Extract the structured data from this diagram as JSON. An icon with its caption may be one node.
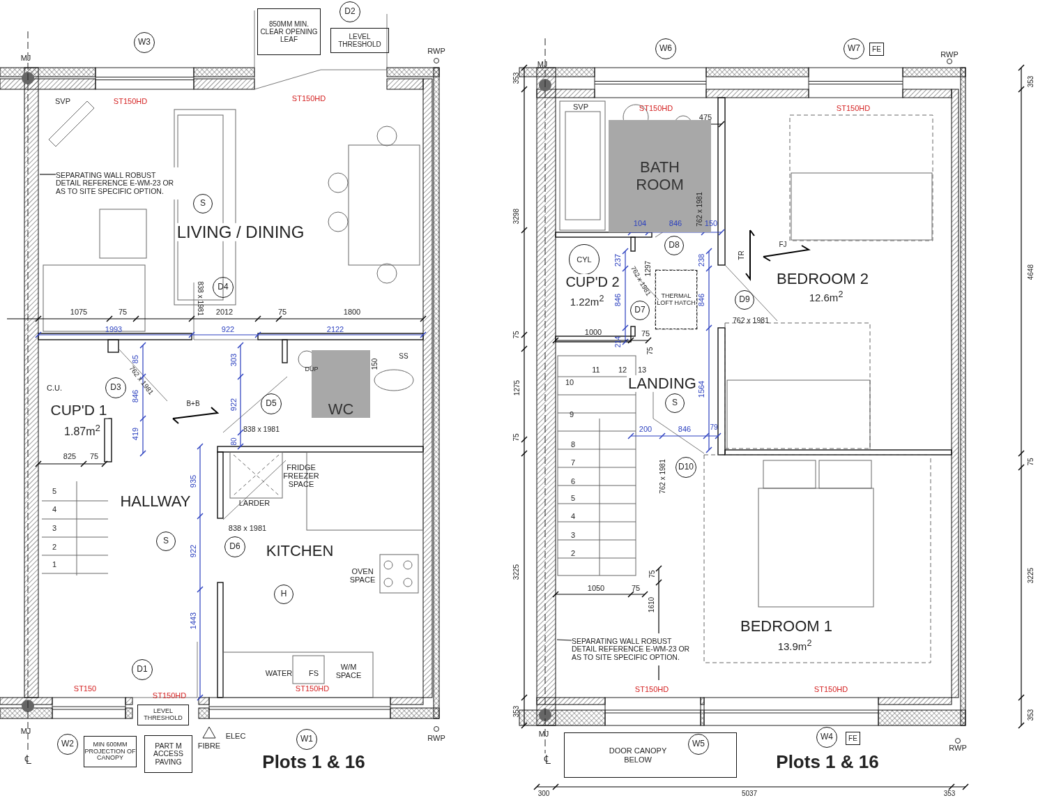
{
  "diagram": {
    "nodes": [
      {
        "text": [
          "W3"
        ]
      },
      {
        "text": [
          "D2"
        ]
      },
      {
        "text": [
          "850MM MIN. CLEAR OPENING LEAF"
        ]
      },
      {
        "text": [
          "LEVEL THRESHOLD"
        ]
      },
      {
        "text": [
          "S"
        ]
      },
      {
        "text": [
          "D4"
        ],
        "beside": [
          "838 x 1981"
        ]
      },
      {
        "text": [
          "D3"
        ],
        "beside": [
          "762 x 1981"
        ]
      },
      {
        "text": [
          "D5"
        ],
        "beside": [
          "838 x 1981"
        ]
      },
      {
        "text": [
          "WC"
        ]
      },
      {
        "text": [
          "S"
        ]
      },
      {
        "text": [
          "D6"
        ],
        "beside": [
          "838 x 1981"
        ]
      },
      {
        "text": [
          "H"
        ]
      },
      {
        "text": [
          "D1"
        ]
      },
      {
        "text": [
          "LEVEL THRESHOLD"
        ]
      },
      {
        "text": [
          "W2"
        ]
      },
      {
        "text": [
          "MIN 600MM PROJECTION OF CANOPY"
        ]
      },
      {
        "text": [
          "PART M ACCESS PAVING"
        ]
      },
      {
        "text": [
          "W1"
        ]
      },
      {
        "text": [
          "SEPARATING WALL ROBUST DETAIL REFERENCE E-WM-23 OR AS TO SITE SPECIFIC OPTION."
        ]
      },
      {
        "text": [
          "W6"
        ]
      },
      {
        "text": [
          "W7"
        ]
      },
      {
        "text": [
          "FE"
        ]
      },
      {
        "text": [
          "BATH ROOM"
        ]
      },
      {
        "text": [
          "CYL"
        ]
      },
      {
        "text": [
          "D8"
        ]
      },
      {
        "text": [
          "THERMAL LOFT HATCH"
        ]
      },
      {
        "text": [
          "D7"
        ],
        "beside": [
          "762 x 1981"
        ]
      },
      {
        "text": [
          "D9"
        ],
        "beside": [
          "762 x 1981"
        ]
      },
      {
        "text": [
          "S"
        ]
      },
      {
        "text": [
          "D10"
        ],
        "beside": [
          "762 x 1981"
        ]
      },
      {
        "text": [
          "SEPARATING WALL ROBUST DETAIL REFERENCE E-WM-23 OR AS TO SITE SPECIFIC OPTION."
        ]
      },
      {
        "text": [
          "DOOR CANOPY BELOW"
        ]
      },
      {
        "text": [
          "W5"
        ],
        "in": 31
      },
      {
        "text": [
          "W4"
        ]
      },
      {
        "text": [
          "FE"
        ]
      }
    ],
    "edges": [
      {
        "from": 18,
        "to": null,
        "arrow": "none"
      },
      {
        "from": 30,
        "to": null,
        "arrow": "none"
      }
    ],
    "labels": [
      "MJ",
      "RWP",
      "SVP",
      "ST150HD",
      "ST150HD",
      "LIVING / DINING",
      "1075",
      "75",
      "2012",
      "75",
      "1800",
      "1993",
      "922",
      "2122",
      "85",
      "303",
      "150",
      "SS",
      "DUP",
      "C.U.",
      "846",
      "922",
      "B+B",
      "CUP'D 1",
      "1.87m$^{2}$",
      "419",
      "80",
      "825",
      "75",
      "FRIDGE FREEZER SPACE",
      "935",
      "5",
      "HALLWAY",
      "LARDER",
      "4",
      "3",
      "922",
      "KITCHEN",
      "2",
      "1",
      "OVEN SPACE",
      "1443",
      "WATER",
      "FS",
      "W/M SPACE",
      "ST150",
      "ST150HD",
      "ST150HD",
      "MJ",
      "ELEC",
      "FIBRE",
      "RWP",
      "℄",
      "Plots 1 & 16",
      "MJ",
      "RWP",
      "353",
      "353",
      "SVP",
      "ST150HD",
      "ST150HD",
      "475",
      "3298",
      "104",
      "846",
      "762 x 1981",
      "150",
      "FJ",
      "TR",
      "237",
      "1297",
      "238",
      "4648",
      "CUP'D 2",
      "BEDROOM 2",
      "1.22m$^{2}$",
      "846",
      "846",
      "12.6m$^{2}$",
      "75",
      "1000",
      "75",
      "214",
      "75",
      "11",
      "12",
      "13",
      "1275",
      "10",
      "LANDING",
      "1564",
      "9",
      "200",
      "846",
      "79",
      "75",
      "8",
      "7",
      "75",
      "6",
      "5",
      "4",
      "3",
      "2",
      "3225",
      "75",
      "3225",
      "1050",
      "75",
      "1610",
      "BEDROOM 1",
      "13.9m$^{2}$",
      "ST150HD",
      "ST150HD",
      "353",
      "353",
      "MJ",
      "RWP",
      "℄",
      "Plots 1 & 16",
      "300",
      "5037",
      "353"
    ]
  }
}
